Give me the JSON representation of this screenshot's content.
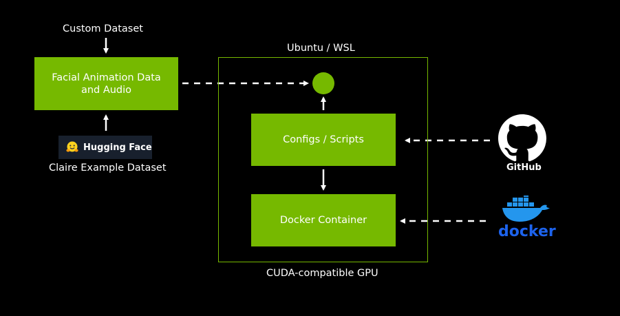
{
  "custom_dataset_label": "Custom Dataset",
  "facial_animation_box": {
    "line1": "Facial Animation Data",
    "line2": "and Audio"
  },
  "hugging_face_badge": {
    "text": "Hugging Face"
  },
  "claire_dataset_label": "Claire Example Dataset",
  "container_title": "Ubuntu / WSL",
  "configs_box_label": "Configs / Scripts",
  "docker_container_box_label": "Docker Container",
  "gpu_label": "CUDA-compatible GPU",
  "github_logo_text": "GitHub",
  "docker_logo_text": "docker",
  "colors": {
    "background": "#000000",
    "accent_green": "#76b900",
    "badge_bg": "#18202d",
    "docker_blue": "#1d63ed",
    "docker_whale": "#2496ed",
    "text": "#ffffff"
  }
}
